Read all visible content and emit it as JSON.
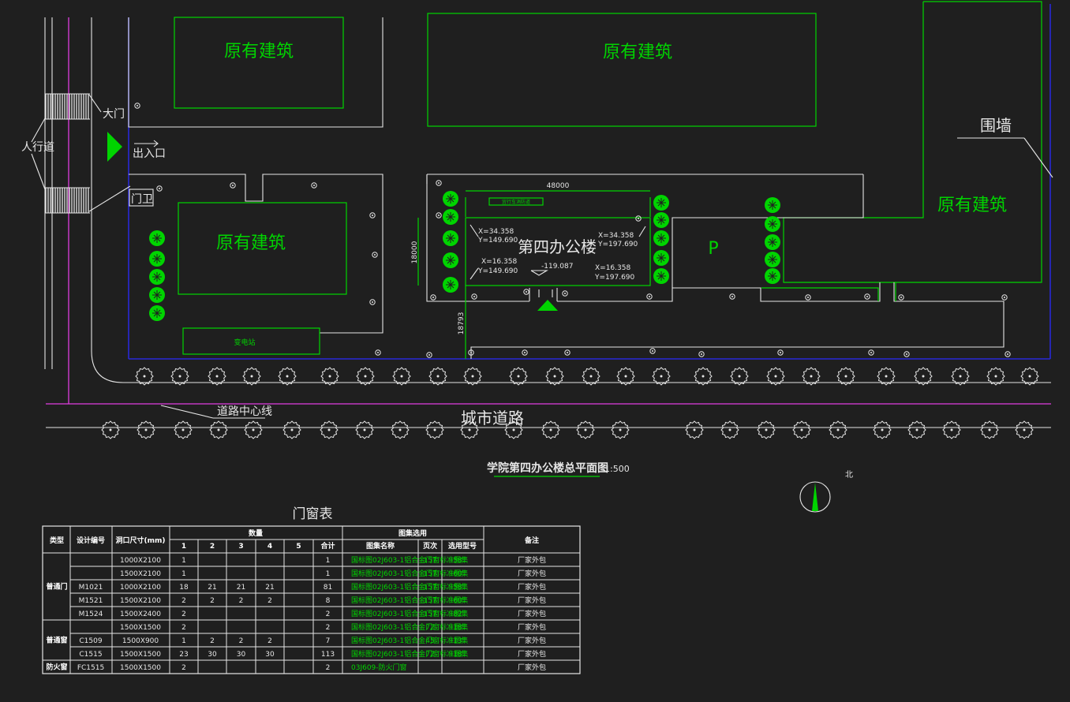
{
  "labels": {
    "existing_building": "原有建筑",
    "main_gate": "大门",
    "sidewalk": "人行道",
    "entrance": "出入口",
    "guard": "门卫",
    "wall": "围墙",
    "substation": "变电站",
    "fire_lane": "宜行车消防道",
    "office_name": "第四办公楼",
    "parking": "P",
    "road_center": "道路中心线",
    "city_road": "城市道路",
    "north": "北"
  },
  "dimensions": {
    "width": "48000",
    "depth": "18000",
    "setback": "18793",
    "elevation": "-119.087"
  },
  "coords": {
    "nw": [
      "X=34.358",
      "Y=149.690"
    ],
    "ne": [
      "X=34.358",
      "Y=197.690"
    ],
    "sw": [
      "X=16.358",
      "Y=149.690"
    ],
    "se": [
      "X=16.358",
      "Y=197.690"
    ]
  },
  "title": {
    "main": "学院第四办公楼总平面图",
    "scale": "1:500"
  },
  "door_window_table": {
    "title": "门窗表",
    "headers": {
      "type": "类型",
      "design_no": "设计编号",
      "opening": "洞口尺寸(mm)",
      "quantity": "数量",
      "floors": [
        "1",
        "2",
        "3",
        "4",
        "5",
        "合计"
      ],
      "atlas": "图集选用",
      "atlas_name": "图集名称",
      "page": "页次",
      "ref_no": "选用型号",
      "remark": "备注"
    },
    "groups": [
      {
        "name": "普通门",
        "rows": [
          0,
          4
        ]
      },
      {
        "name": "普通窗",
        "rows": [
          5,
          7
        ]
      },
      {
        "name": "防火窗",
        "rows": [
          8,
          8
        ]
      }
    ],
    "rows": [
      {
        "code": "",
        "size": "1000X2100",
        "q": [
          "1",
          "",
          "",
          "",
          "",
          "1"
        ],
        "atlas": "国标图02J603-1铝合金门窗标准图集",
        "page": "157",
        "model": "58",
        "remark": "厂家外包"
      },
      {
        "code": "",
        "size": "1500X2100",
        "q": [
          "1",
          "",
          "",
          "",
          "",
          "1"
        ],
        "atlas": "国标图02J603-1铝合金门窗标准图集",
        "page": "157",
        "model": "60",
        "remark": "厂家外包"
      },
      {
        "code": "M1021",
        "size": "1000X2100",
        "q": [
          "18",
          "21",
          "21",
          "21",
          "",
          "81"
        ],
        "atlas": "国标图02J603-1铝合金门窗标准图集",
        "page": "157",
        "model": "58",
        "remark": "厂家外包"
      },
      {
        "code": "M1521",
        "size": "1500X2100",
        "q": [
          "2",
          "2",
          "2",
          "2",
          "",
          "8"
        ],
        "atlas": "国标图02J603-1铝合金门窗标准图集",
        "page": "157",
        "model": "60",
        "remark": "厂家外包"
      },
      {
        "code": "M1524",
        "size": "1500X2400",
        "q": [
          "2",
          "",
          "",
          "",
          "",
          "2"
        ],
        "atlas": "国标图02J603-1铝合金门窗标准图集",
        "page": "157",
        "model": "82",
        "remark": "厂家外包"
      },
      {
        "code": "",
        "size": "1500X1500",
        "q": [
          "2",
          "",
          "",
          "",
          "",
          "2"
        ],
        "atlas": "国标图02J603-1铝合金门窗标准图集",
        "page": "72",
        "model": "18",
        "remark": "厂家外包"
      },
      {
        "code": "C1509",
        "size": "1500X900",
        "q": [
          "1",
          "2",
          "2",
          "2",
          "",
          "7"
        ],
        "atlas": "国标图02J603-1铝合金门窗标准图集",
        "page": "45",
        "model": "13",
        "remark": "厂家外包"
      },
      {
        "code": "C1515",
        "size": "1500X1500",
        "q": [
          "23",
          "30",
          "30",
          "30",
          "",
          "113"
        ],
        "atlas": "国标图02J603-1铝合金门窗标准图集",
        "page": "72",
        "model": "18",
        "remark": "厂家外包"
      },
      {
        "code": "FC1515",
        "size": "1500X1500",
        "q": [
          "2",
          "",
          "",
          "",
          "",
          "2"
        ],
        "atlas": "03J609-防火门窗",
        "page": "",
        "model": "",
        "remark": "厂家外包"
      }
    ]
  }
}
